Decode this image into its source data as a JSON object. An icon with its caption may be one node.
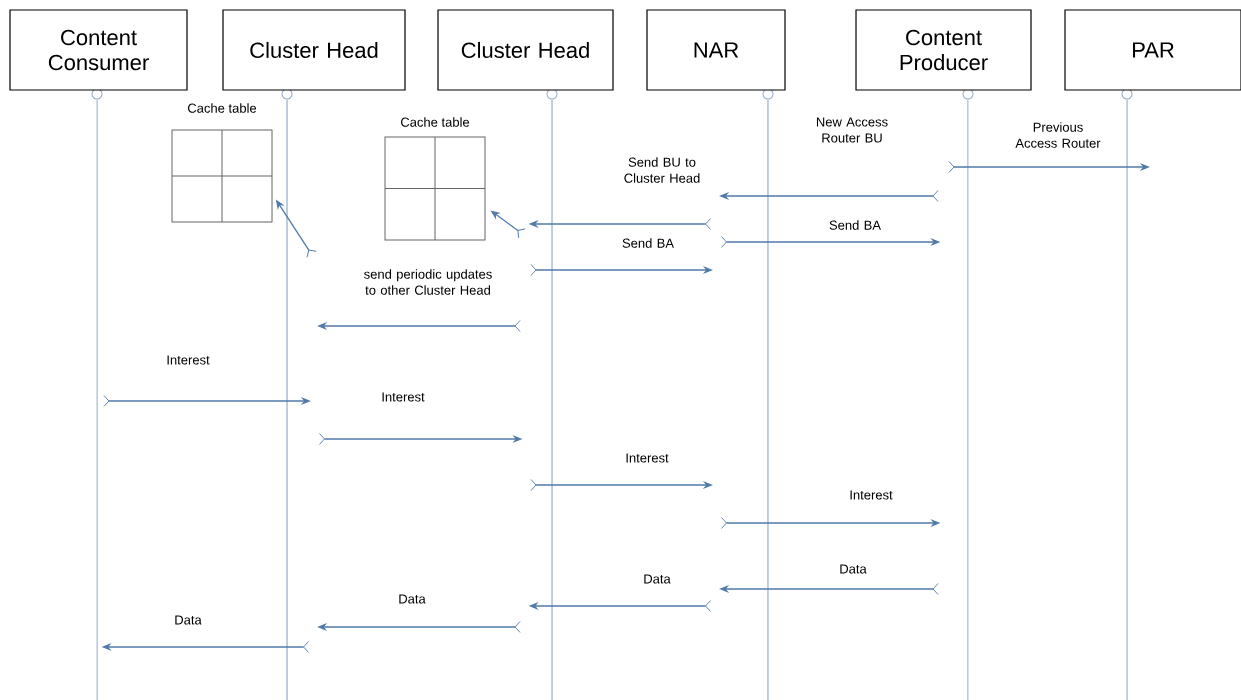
{
  "diagram": {
    "nodes": [
      {
        "text": [
          "Content Consumer"
        ]
      },
      {
        "text": [
          "Cluster Head"
        ]
      },
      {
        "text": [
          "Cluster Head"
        ]
      },
      {
        "text": [
          "NAR"
        ]
      },
      {
        "text": [
          "Content Producer"
        ]
      },
      {
        "text": [
          "PAR"
        ]
      },
      {
        "text": [
          "Cache table"
        ]
      },
      {
        "text": [
          "Cache table"
        ]
      }
    ],
    "edges": [
      {
        "from": 4,
        "to": 5,
        "arrow": "to",
        "label": "Previous Access Router"
      },
      {
        "from": 4,
        "to": 3,
        "arrow": "to",
        "label": "New Access Router BU"
      },
      {
        "from": 3,
        "to": 2,
        "arrow": "to",
        "label": "Send BU to Cluster Head"
      },
      {
        "from": 2,
        "to": 7,
        "arrow": "to"
      },
      {
        "from": 3,
        "to": 4,
        "arrow": "to",
        "label": "Send BA"
      },
      {
        "from": 2,
        "to": 3,
        "arrow": "to",
        "label": "Send BA"
      },
      {
        "from": 1,
        "to": 6,
        "arrow": "to"
      },
      {
        "from": 2,
        "to": 1,
        "arrow": "to",
        "label": "send periodic updates to other Cluster Head"
      },
      {
        "from": 0,
        "to": 1,
        "arrow": "to",
        "label": "Interest"
      },
      {
        "from": 1,
        "to": 2,
        "arrow": "to",
        "label": "Interest"
      },
      {
        "from": 2,
        "to": 3,
        "arrow": "to",
        "label": "Interest"
      },
      {
        "from": 3,
        "to": 4,
        "arrow": "to",
        "label": "Interest"
      },
      {
        "from": 4,
        "to": 3,
        "arrow": "to",
        "label": "Data"
      },
      {
        "from": 3,
        "to": 2,
        "arrow": "to",
        "label": "Data"
      },
      {
        "from": 2,
        "to": 1,
        "arrow": "to",
        "label": "Data"
      },
      {
        "from": 1,
        "to": 0,
        "arrow": "to",
        "label": "Data"
      }
    ]
  }
}
